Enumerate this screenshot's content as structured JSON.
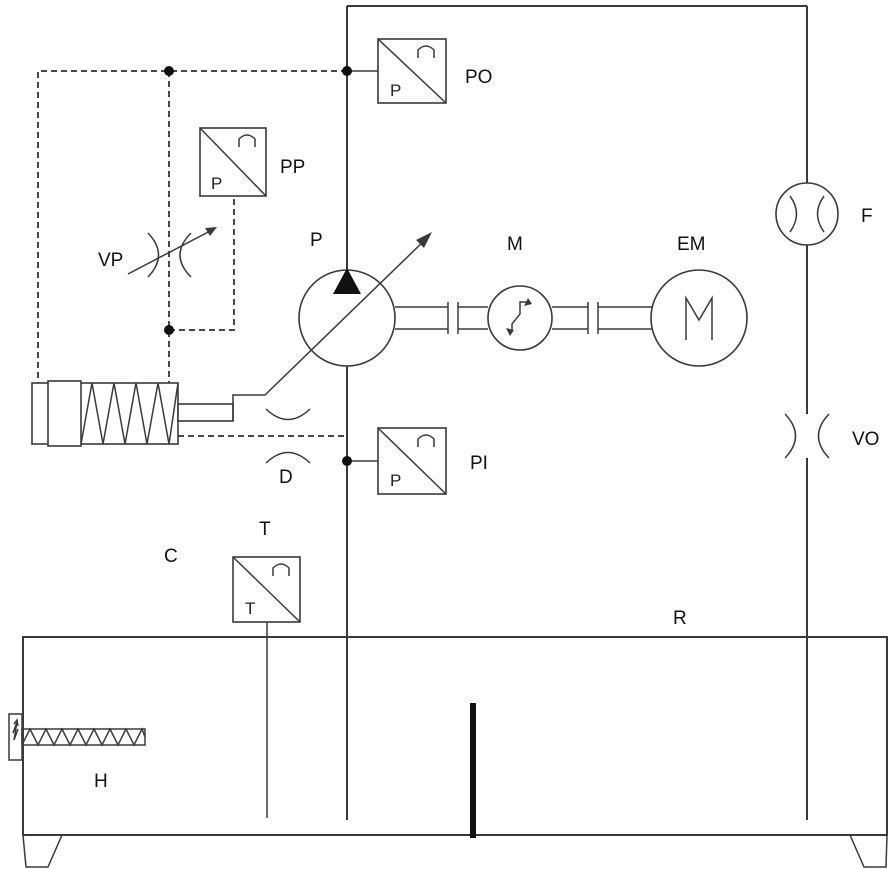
{
  "labels": {
    "po": "PO",
    "pp": "PP",
    "vp": "VP",
    "p": "P",
    "m": "M",
    "em": "EM",
    "f": "F",
    "vo": "VO",
    "pi": "PI",
    "d": "D",
    "c": "C",
    "t": "T",
    "r": "R",
    "h": "H"
  },
  "sensors": {
    "po_letter": "P",
    "pp_letter": "P",
    "pi_letter": "P",
    "t_letter": "T",
    "em_letter": "M"
  },
  "colors": {
    "line": "#3a3a3a",
    "background": "#ffffff"
  }
}
